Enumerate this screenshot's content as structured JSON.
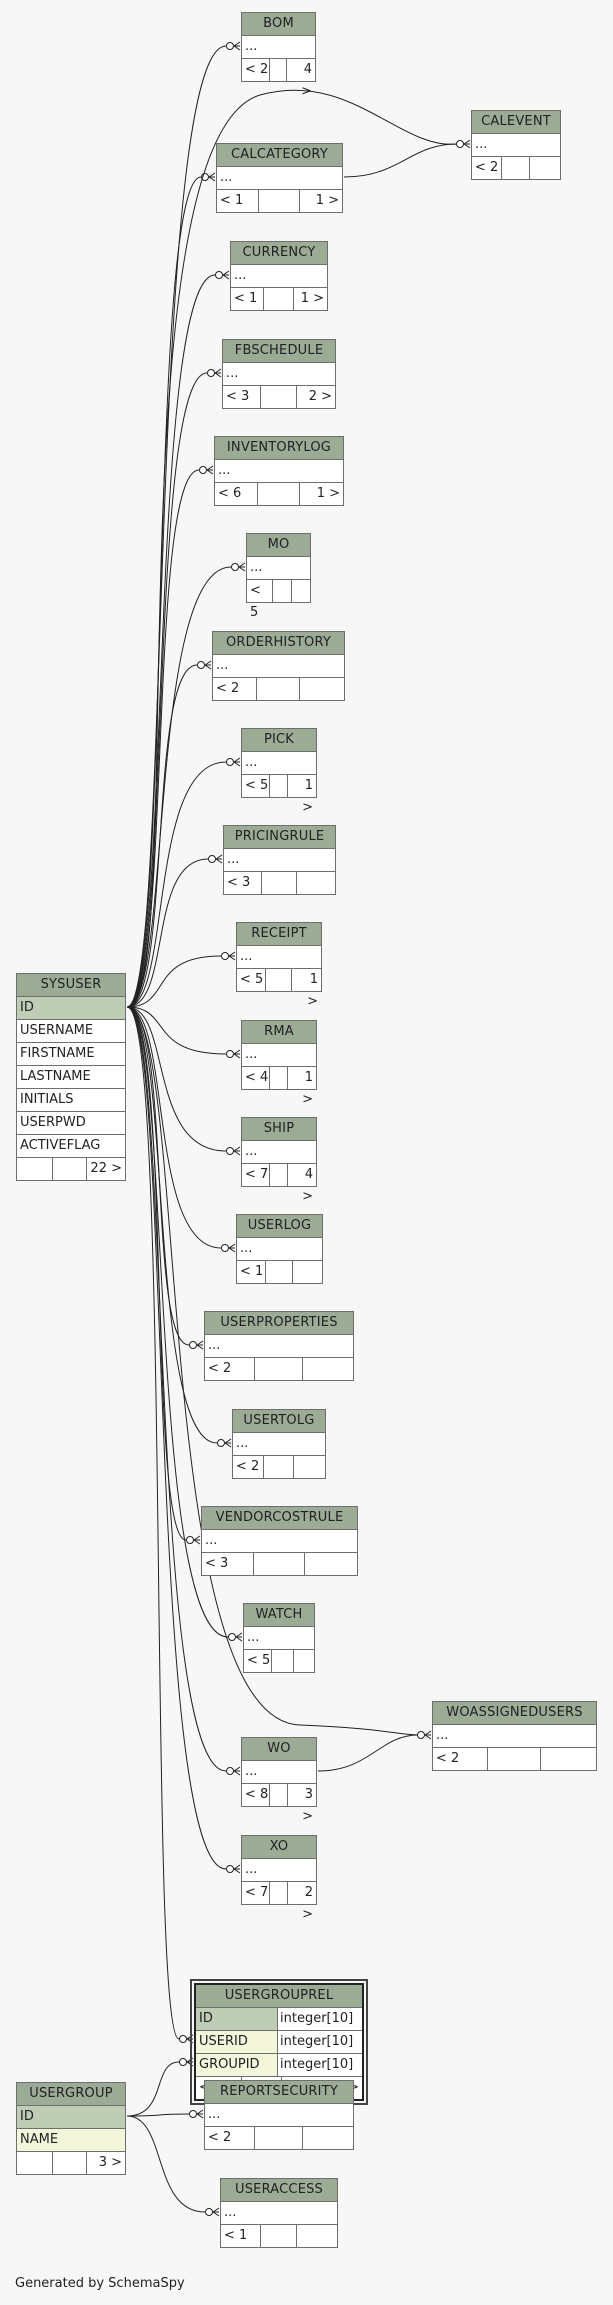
{
  "footer": "Generated by SchemaSpy",
  "tables": {
    "bom": {
      "name": "BOM",
      "rows": [
        "..."
      ],
      "counts": [
        "< 2",
        "",
        "4 >"
      ]
    },
    "calevent": {
      "name": "CALEVENT",
      "rows": [
        "..."
      ],
      "counts": [
        "< 2",
        "",
        ""
      ]
    },
    "calcategory": {
      "name": "CALCATEGORY",
      "rows": [
        "..."
      ],
      "counts": [
        "< 1",
        "",
        "1 >"
      ]
    },
    "currency": {
      "name": "CURRENCY",
      "rows": [
        "..."
      ],
      "counts": [
        "< 1",
        "",
        "1 >"
      ]
    },
    "fbschedule": {
      "name": "FBSCHEDULE",
      "rows": [
        "..."
      ],
      "counts": [
        "< 3",
        "",
        "2 >"
      ]
    },
    "inventorylog": {
      "name": "INVENTORYLOG",
      "rows": [
        "..."
      ],
      "counts": [
        "< 6",
        "",
        "1 >"
      ]
    },
    "mo": {
      "name": "MO",
      "rows": [
        "..."
      ],
      "counts": [
        "< 5",
        "",
        ""
      ]
    },
    "orderhistory": {
      "name": "ORDERHISTORY",
      "rows": [
        "..."
      ],
      "counts": [
        "< 2",
        "",
        ""
      ]
    },
    "pick": {
      "name": "PICK",
      "rows": [
        "..."
      ],
      "counts": [
        "< 5",
        "",
        "1 >"
      ]
    },
    "pricingrule": {
      "name": "PRICINGRULE",
      "rows": [
        "..."
      ],
      "counts": [
        "< 3",
        "",
        ""
      ]
    },
    "receipt": {
      "name": "RECEIPT",
      "rows": [
        "..."
      ],
      "counts": [
        "< 5",
        "",
        "1 >"
      ]
    },
    "rma": {
      "name": "RMA",
      "rows": [
        "..."
      ],
      "counts": [
        "< 4",
        "",
        "1 >"
      ]
    },
    "ship": {
      "name": "SHIP",
      "rows": [
        "..."
      ],
      "counts": [
        "< 7",
        "",
        "4 >"
      ]
    },
    "userlog": {
      "name": "USERLOG",
      "rows": [
        "..."
      ],
      "counts": [
        "< 1",
        "",
        ""
      ]
    },
    "userproperties": {
      "name": "USERPROPERTIES",
      "rows": [
        "..."
      ],
      "counts": [
        "< 2",
        "",
        ""
      ]
    },
    "usertolg": {
      "name": "USERTOLG",
      "rows": [
        "..."
      ],
      "counts": [
        "< 2",
        "",
        ""
      ]
    },
    "vendorcostrule": {
      "name": "VENDORCOSTRULE",
      "rows": [
        "..."
      ],
      "counts": [
        "< 3",
        "",
        ""
      ]
    },
    "watch": {
      "name": "WATCH",
      "rows": [
        "..."
      ],
      "counts": [
        "< 5",
        "",
        ""
      ]
    },
    "woassignedusers": {
      "name": "WOASSIGNEDUSERS",
      "rows": [
        "..."
      ],
      "counts": [
        "< 2",
        "",
        ""
      ]
    },
    "wo": {
      "name": "WO",
      "rows": [
        "..."
      ],
      "counts": [
        "< 8",
        "",
        "3 >"
      ]
    },
    "xo": {
      "name": "XO",
      "rows": [
        "..."
      ],
      "counts": [
        "< 7",
        "",
        "2 >"
      ]
    },
    "sysuser": {
      "name": "SYSUSER",
      "rows": [
        "ID",
        "USERNAME",
        "FIRSTNAME",
        "LASTNAME",
        "INITIALS",
        "USERPWD",
        "ACTIVEFLAG"
      ],
      "counts": [
        "",
        "",
        "22 >"
      ]
    },
    "usergrouprel": {
      "name": "USERGROUPREL",
      "rows": [
        "ID",
        "USERID",
        "GROUPID"
      ],
      "types": [
        "integer[10]",
        "integer[10]",
        "integer[10]"
      ],
      "counts": [
        "< 2",
        "",
        "0 >"
      ]
    },
    "usergroup": {
      "name": "USERGROUP",
      "rows": [
        "ID",
        "NAME"
      ],
      "counts": [
        "",
        "",
        "3 >"
      ]
    },
    "reportsecurity": {
      "name": "REPORTSECURITY",
      "rows": [
        "..."
      ],
      "counts": [
        "< 2",
        "",
        ""
      ]
    },
    "useraccess": {
      "name": "USERACCESS",
      "rows": [
        "..."
      ],
      "counts": [
        "< 1",
        "",
        ""
      ]
    }
  }
}
